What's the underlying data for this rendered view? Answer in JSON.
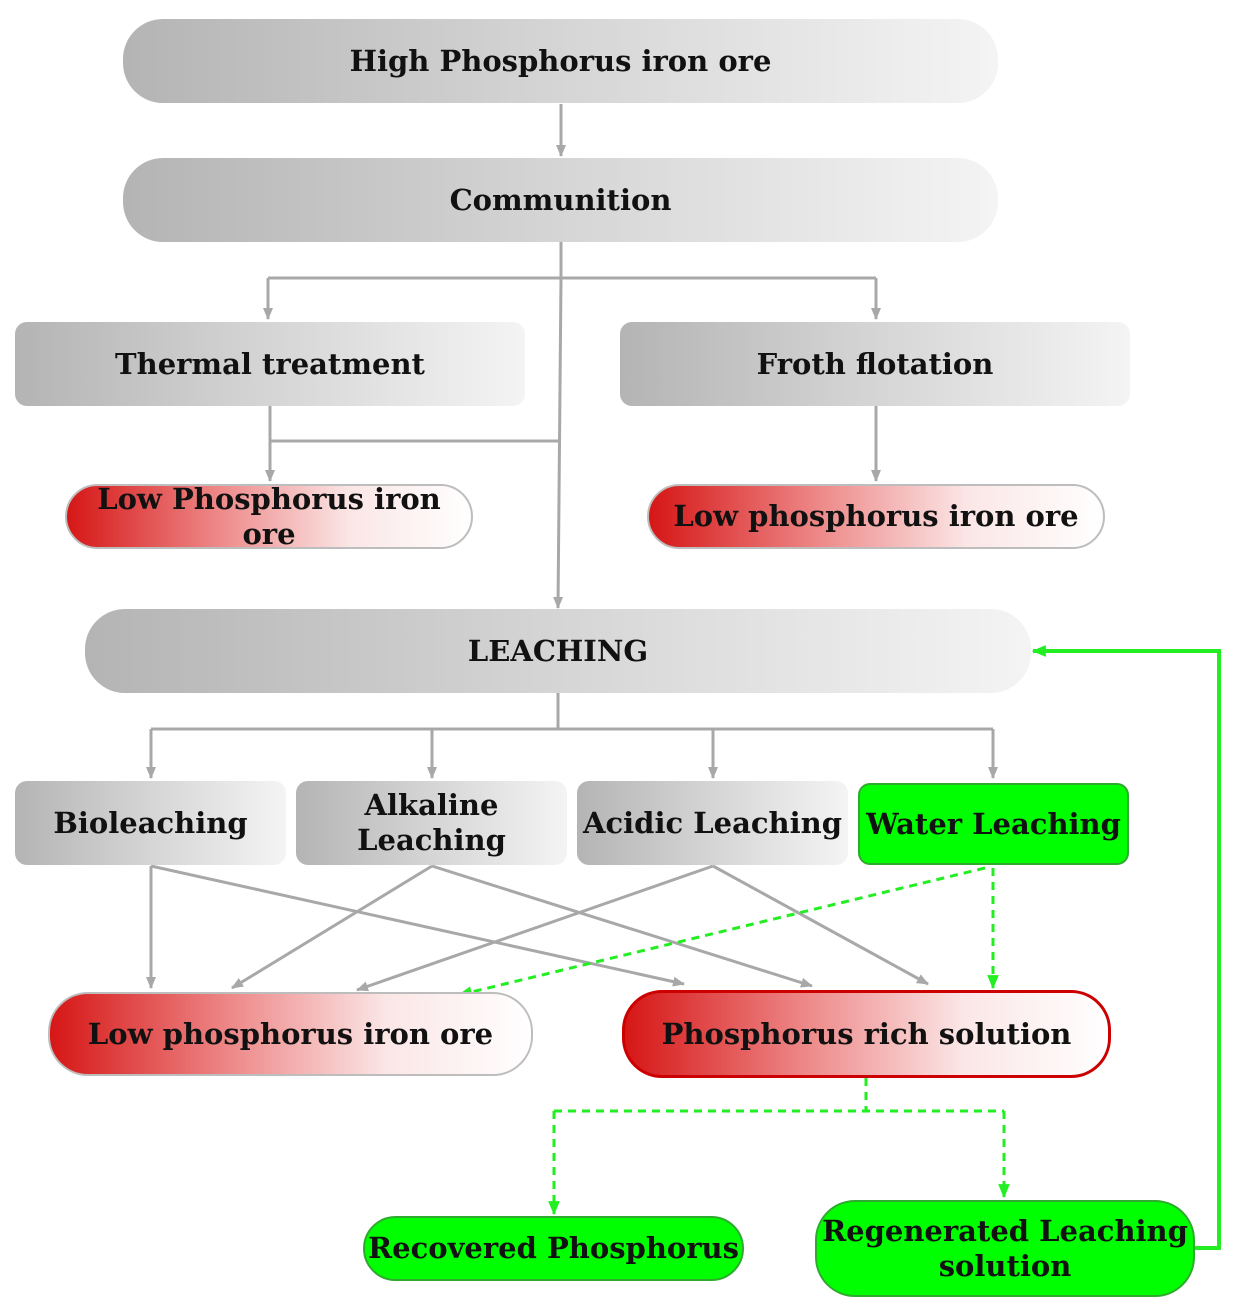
{
  "nodes": {
    "high_p_ore": "High Phosphorus iron ore",
    "comminution": "Communition",
    "thermal": "Thermal treatment",
    "froth": "Froth flotation",
    "low_p_ore_1": "Low Phosphorus iron ore",
    "low_p_ore_2": "Low phosphorus iron ore",
    "leaching": "LEACHING",
    "bioleaching": "Bioleaching",
    "alkaline_line1": "Alkaline",
    "alkaline_line2": "Leaching",
    "acidic": "Acidic Leaching",
    "water": "Water Leaching",
    "low_p_ore_3": "Low phosphorus iron ore",
    "p_rich": "Phosphorus rich solution",
    "recovered": "Recovered Phosphorus",
    "regenerated_line1": "Regenerated Leaching",
    "regenerated_line2": "solution"
  },
  "colors": {
    "connector_gray": "#a8a8a8",
    "connector_green": "#22ee22",
    "node_gray": "#c8c8c8",
    "node_red": "#d61616",
    "node_green": "#00ff00"
  }
}
